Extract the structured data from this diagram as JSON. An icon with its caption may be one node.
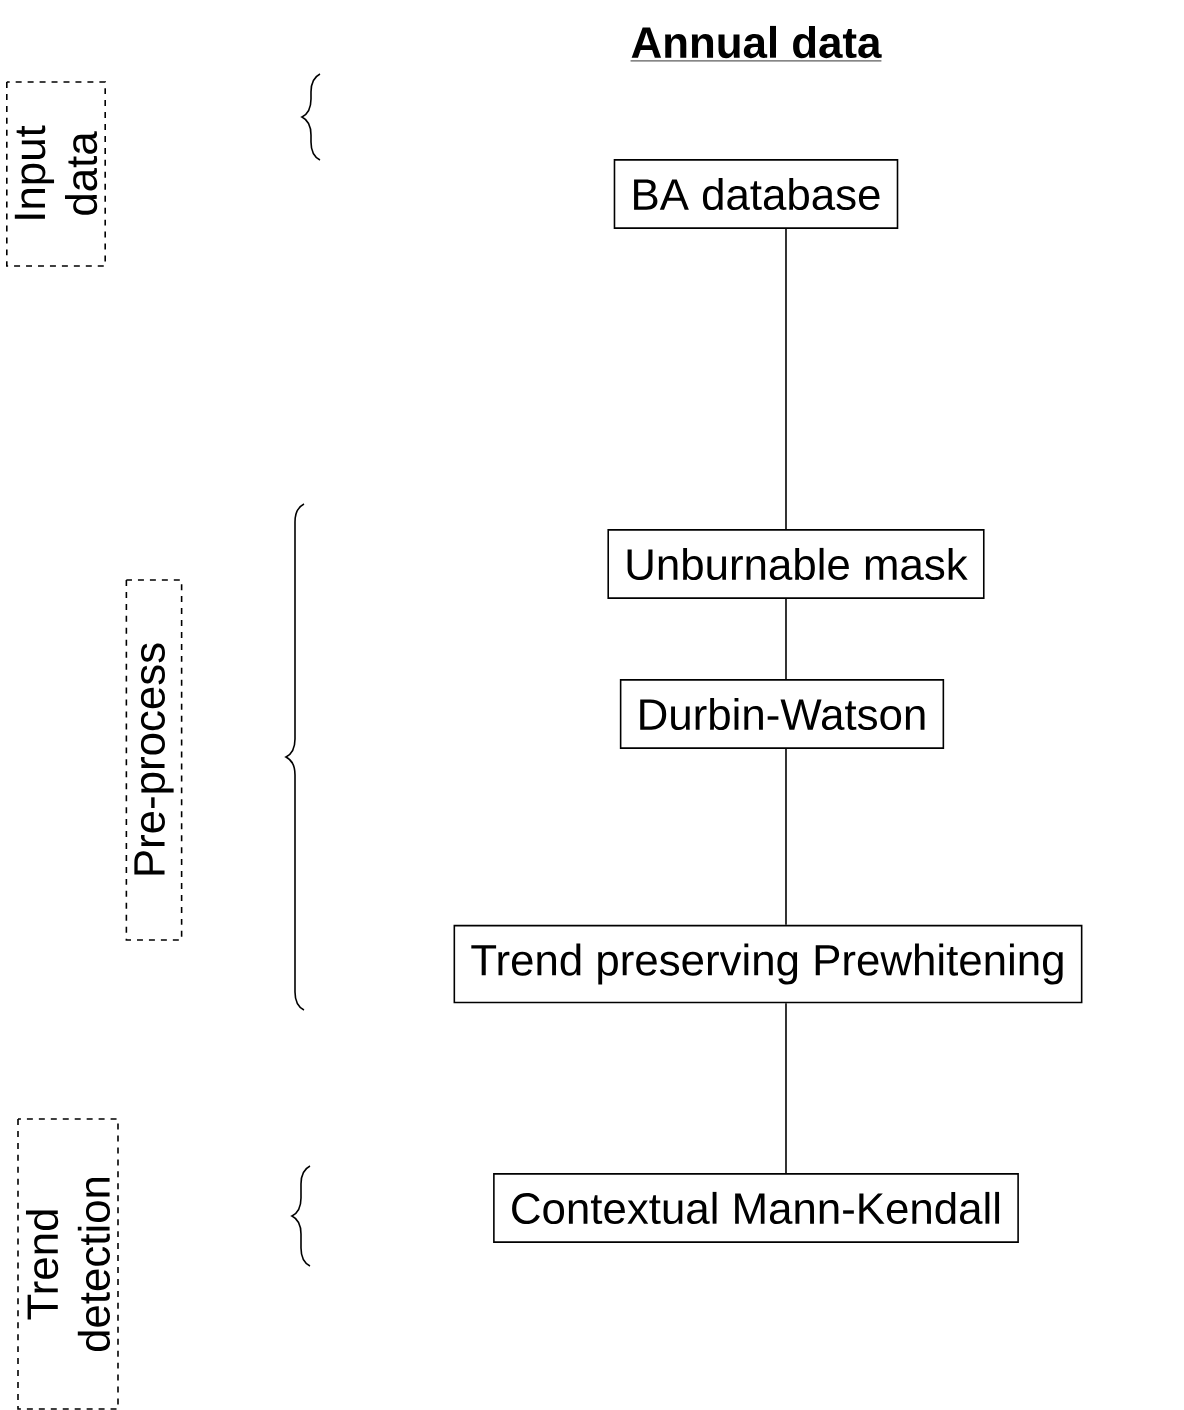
{
  "diagram": {
    "title": "Annual data",
    "nodes": [
      {
        "text": [
          "BA database"
        ]
      },
      {
        "text": [
          "Unburnable mask"
        ]
      },
      {
        "text": [
          "Durbin-Watson"
        ]
      },
      {
        "text": [
          "Trend preserving Prewhitening"
        ]
      },
      {
        "text": [
          "Contextual Mann-Kendall"
        ]
      },
      {
        "text": [
          "Input data"
        ]
      },
      {
        "text": [
          "Pre-process"
        ]
      },
      {
        "text": [
          "Trend detection"
        ]
      }
    ],
    "edges": [
      {
        "from": 0,
        "to": 1,
        "arrow": "none"
      },
      {
        "from": 1,
        "to": 2,
        "arrow": "none"
      },
      {
        "from": 2,
        "to": 3,
        "arrow": "none"
      },
      {
        "from": 3,
        "to": 4,
        "arrow": "none"
      }
    ]
  }
}
